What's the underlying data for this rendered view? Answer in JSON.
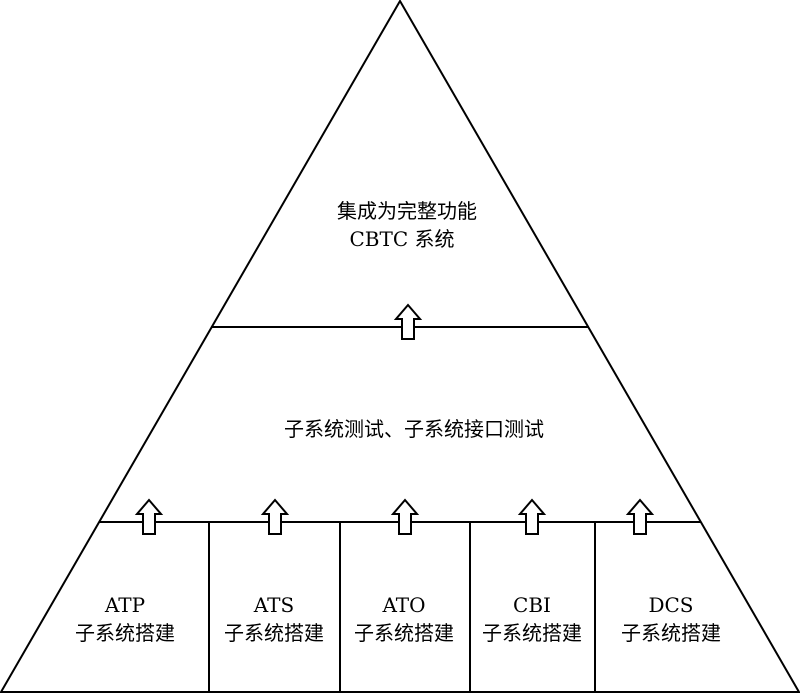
{
  "pyramid": {
    "top": {
      "line1": "集成为完整功能",
      "line2": "CBTC 系统"
    },
    "middle": {
      "label": "子系统测试、子系统接口测试"
    },
    "subsystems": [
      {
        "name": "ATP",
        "label": "子系统搭建"
      },
      {
        "name": "ATS",
        "label": "子系统搭建"
      },
      {
        "name": "ATO",
        "label": "子系统搭建"
      },
      {
        "name": "CBI",
        "label": "子系统搭建"
      },
      {
        "name": "DCS",
        "label": "子系统搭建"
      }
    ]
  }
}
